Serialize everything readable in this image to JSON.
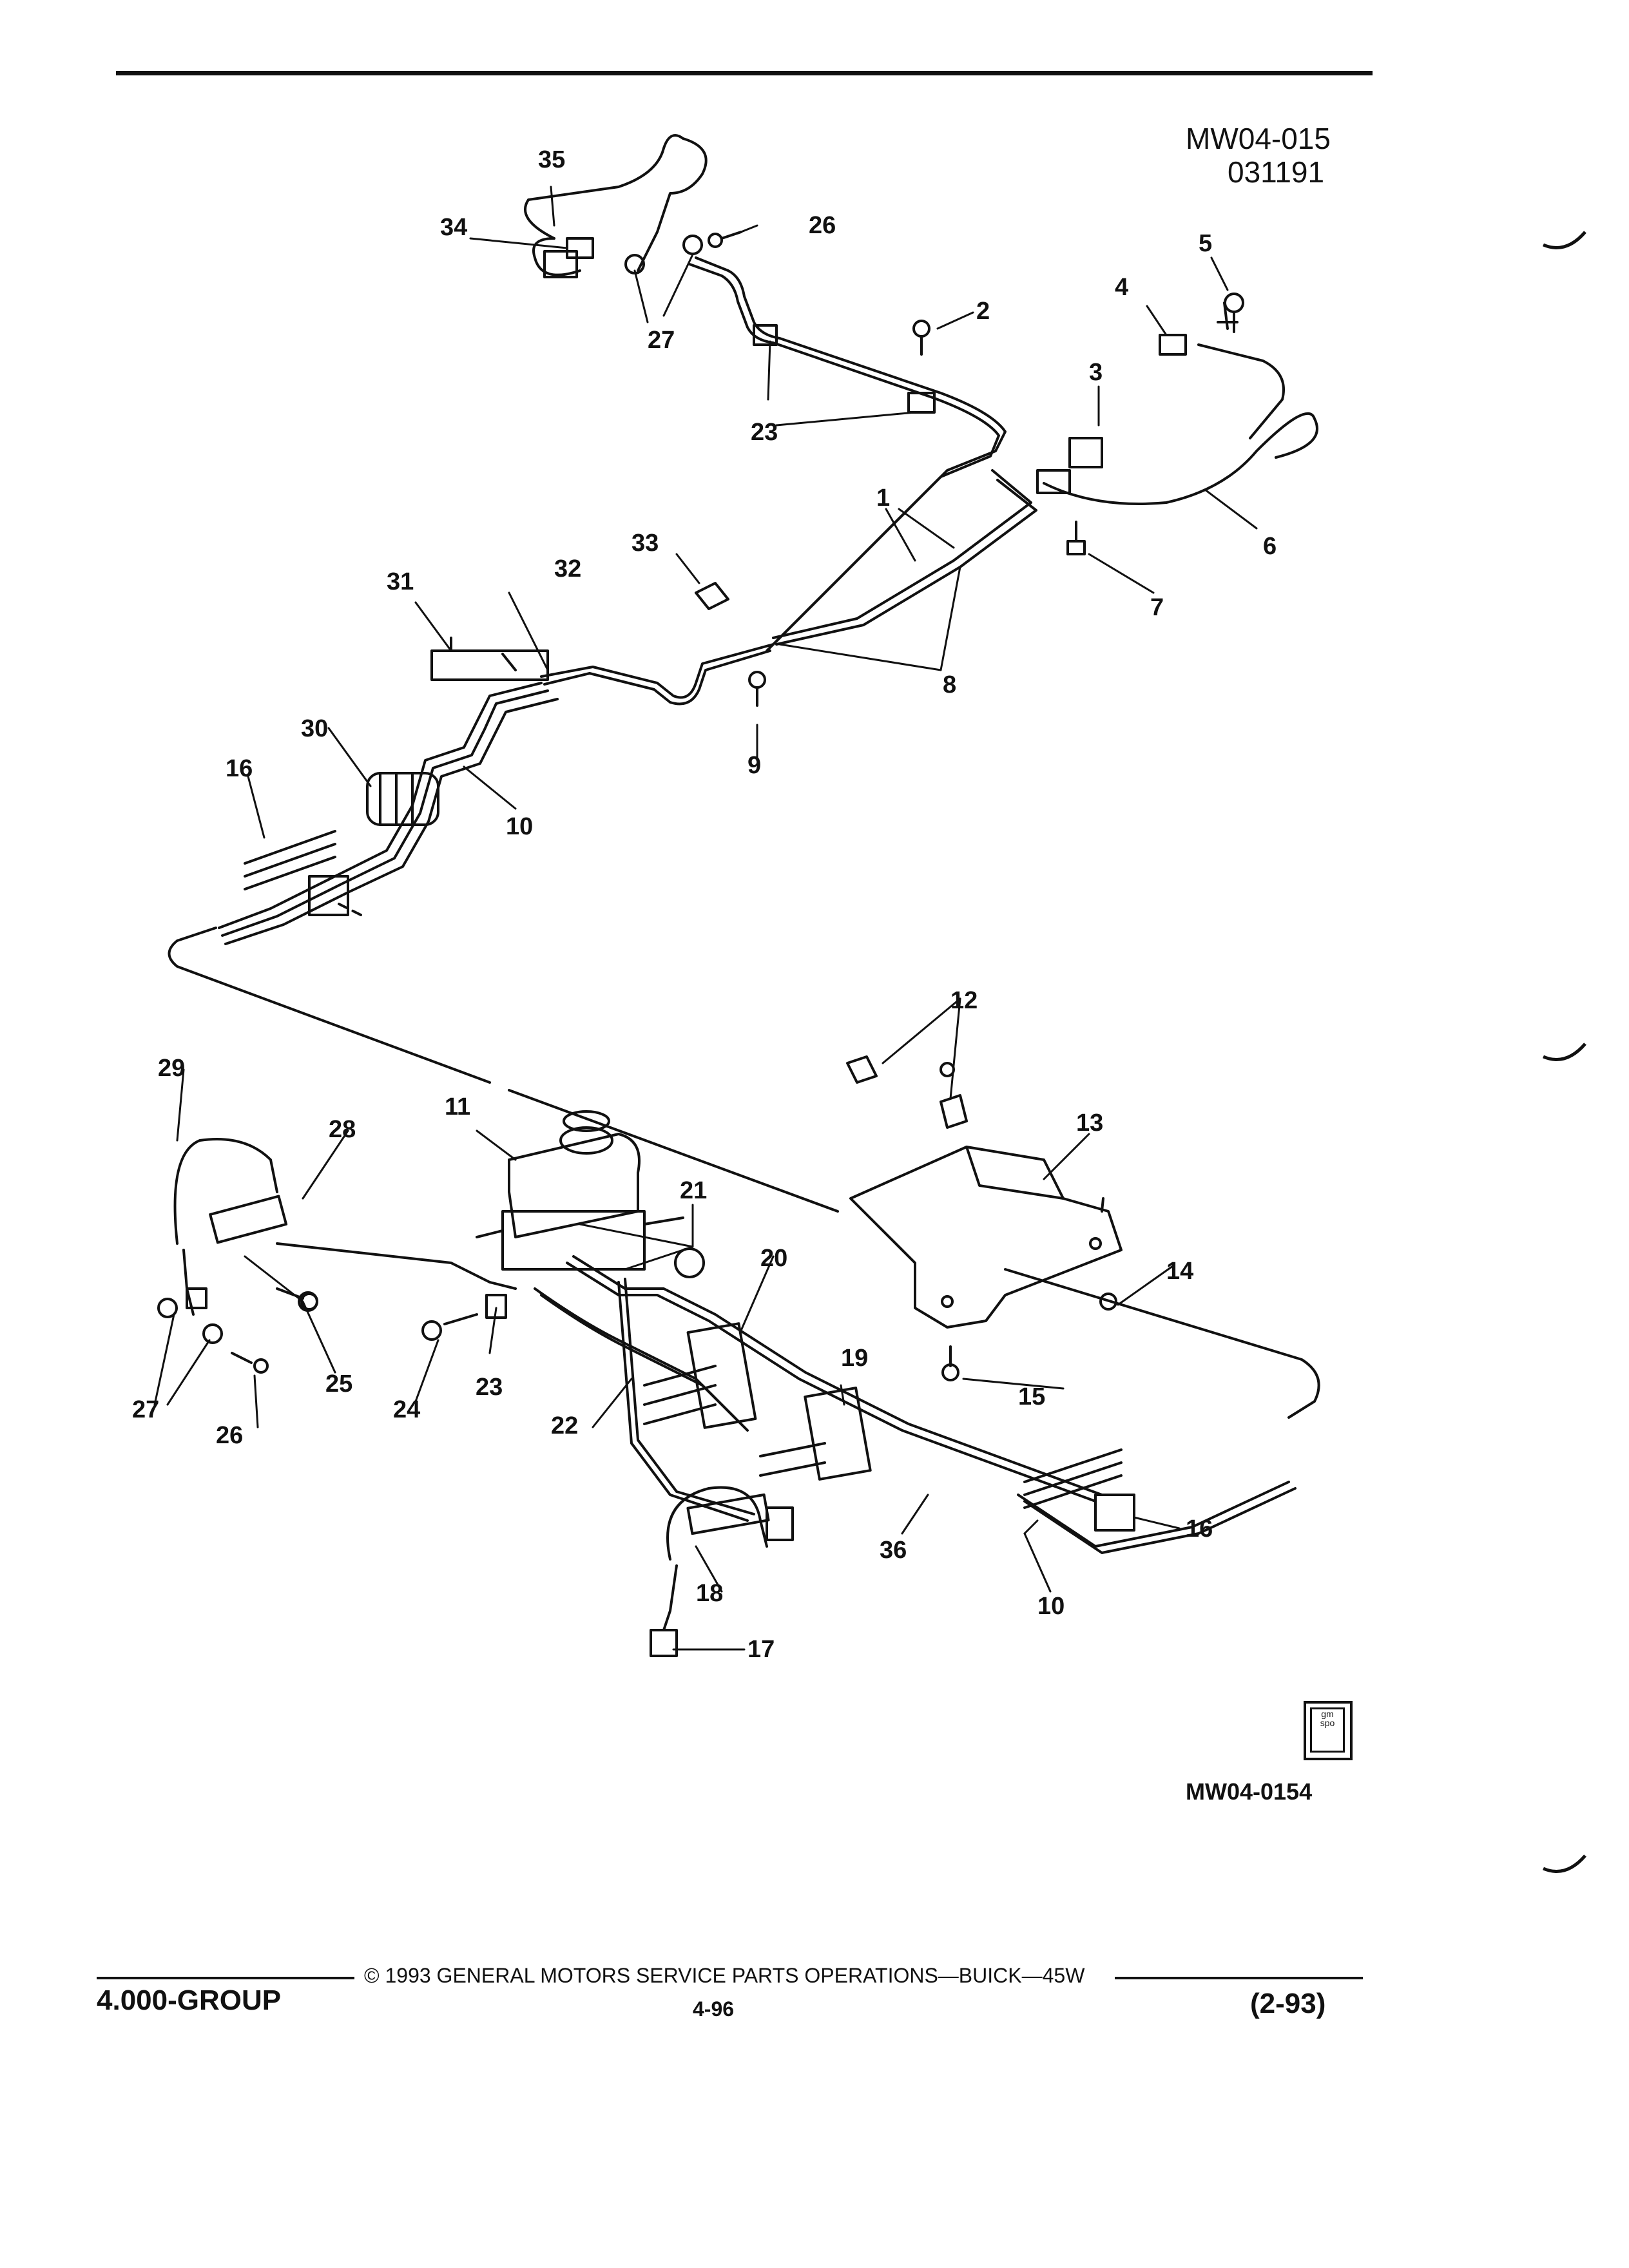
{
  "header": {
    "illustration_code": "MW04-015",
    "date_code": "031191"
  },
  "figure_reference": "MW04-0154",
  "logo": {
    "name": "gm-spo-logo",
    "text": "gm\nspo"
  },
  "footer": {
    "group": "4.000-GROUP",
    "copyright": "© 1993 GENERAL MOTORS SERVICE PARTS OPERATIONS—BUICK—45W",
    "page": "4-96",
    "revision": "(2-93)"
  },
  "callouts": {
    "c1": "1",
    "c2": "2",
    "c3": "3",
    "c4": "4",
    "c5": "5",
    "c6": "6",
    "c7": "7",
    "c8": "8",
    "c9": "9",
    "c10a": "10",
    "c10b": "10",
    "c11": "11",
    "c12": "12",
    "c13": "13",
    "c14": "14",
    "c15": "15",
    "c16a": "16",
    "c16b": "16",
    "c17": "17",
    "c18": "18",
    "c19": "19",
    "c20": "20",
    "c21": "21",
    "c22": "22",
    "c23a": "23",
    "c23b": "23",
    "c24": "24",
    "c25": "25",
    "c26a": "26",
    "c26b": "26",
    "c27a": "27",
    "c27b": "27",
    "c28": "28",
    "c29": "29",
    "c30": "30",
    "c31": "31",
    "c32": "32",
    "c33": "33",
    "c34": "34",
    "c35": "35",
    "c36": "36"
  }
}
